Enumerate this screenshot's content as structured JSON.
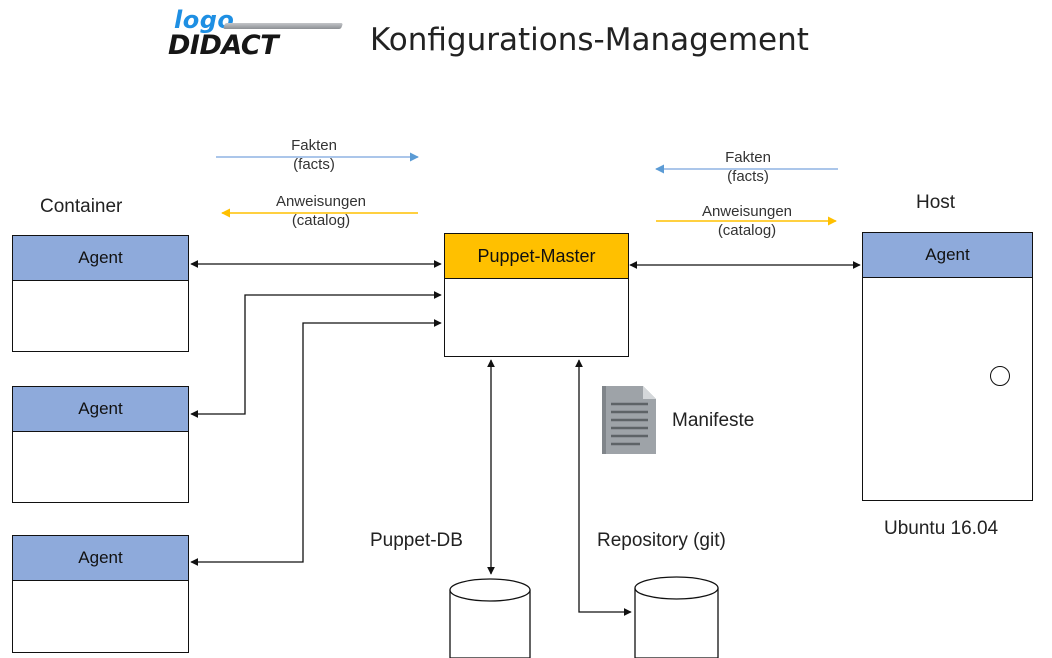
{
  "header": {
    "logo_top": "logo",
    "logo_bottom": "DIDACT",
    "title": "Konfigurations-Management"
  },
  "labels": {
    "container": "Container",
    "host": "Host",
    "ubuntu": "Ubuntu 16.04",
    "manifests": "Manifeste",
    "puppet_db": "Puppet-DB",
    "repository": "Repository (git)"
  },
  "boxes": {
    "agent_label": "Agent",
    "master_label": "Puppet-Master",
    "host_agent_label": "Agent"
  },
  "legend_left": {
    "facts_line1": "Fakten",
    "facts_line2": "(facts)",
    "catalog_line1": "Anweisungen",
    "catalog_line2": "(catalog)"
  },
  "legend_right": {
    "facts_line1": "Fakten",
    "facts_line2": "(facts)",
    "catalog_line1": "Anweisungen",
    "catalog_line2": "(catalog)"
  },
  "colors": {
    "agent_header": "#8eaadb",
    "master_header": "#ffc000",
    "facts_arrow": "#5b9bd5",
    "catalog_arrow": "#ffc000",
    "logo_blue": "#1e8fe3"
  },
  "icons": {
    "manifest": "document-icon"
  }
}
